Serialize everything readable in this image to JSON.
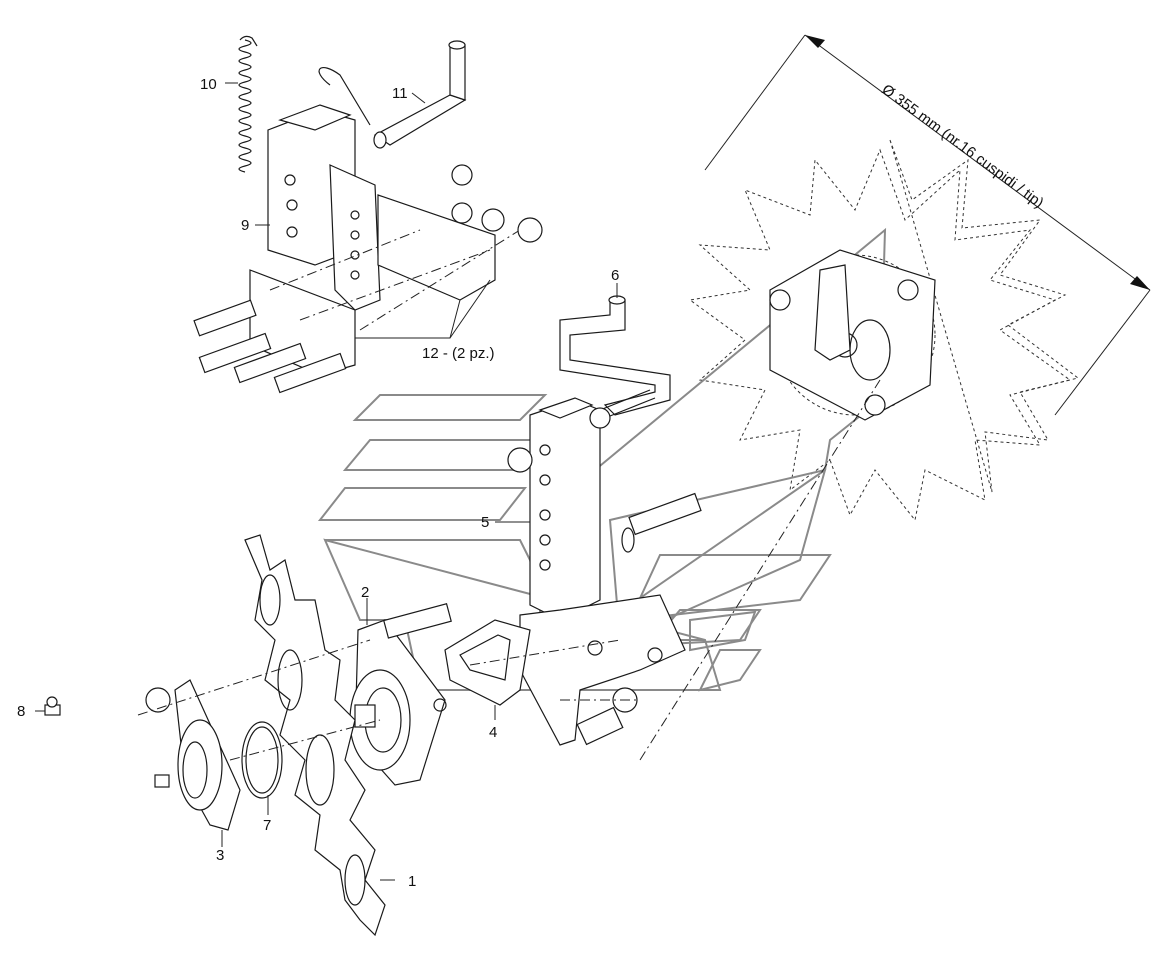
{
  "diagram": {
    "dimension_label": "Ø 355 mm (nr.16 cuspidi / tip)",
    "callouts": {
      "c1": "1",
      "c2": "2",
      "c3": "3",
      "c4": "4",
      "c5": "5",
      "c6": "6",
      "c7": "7",
      "c8": "8",
      "c9": "9",
      "c10": "10",
      "c11": "11",
      "c12": "12 - (2 pz.)"
    }
  }
}
